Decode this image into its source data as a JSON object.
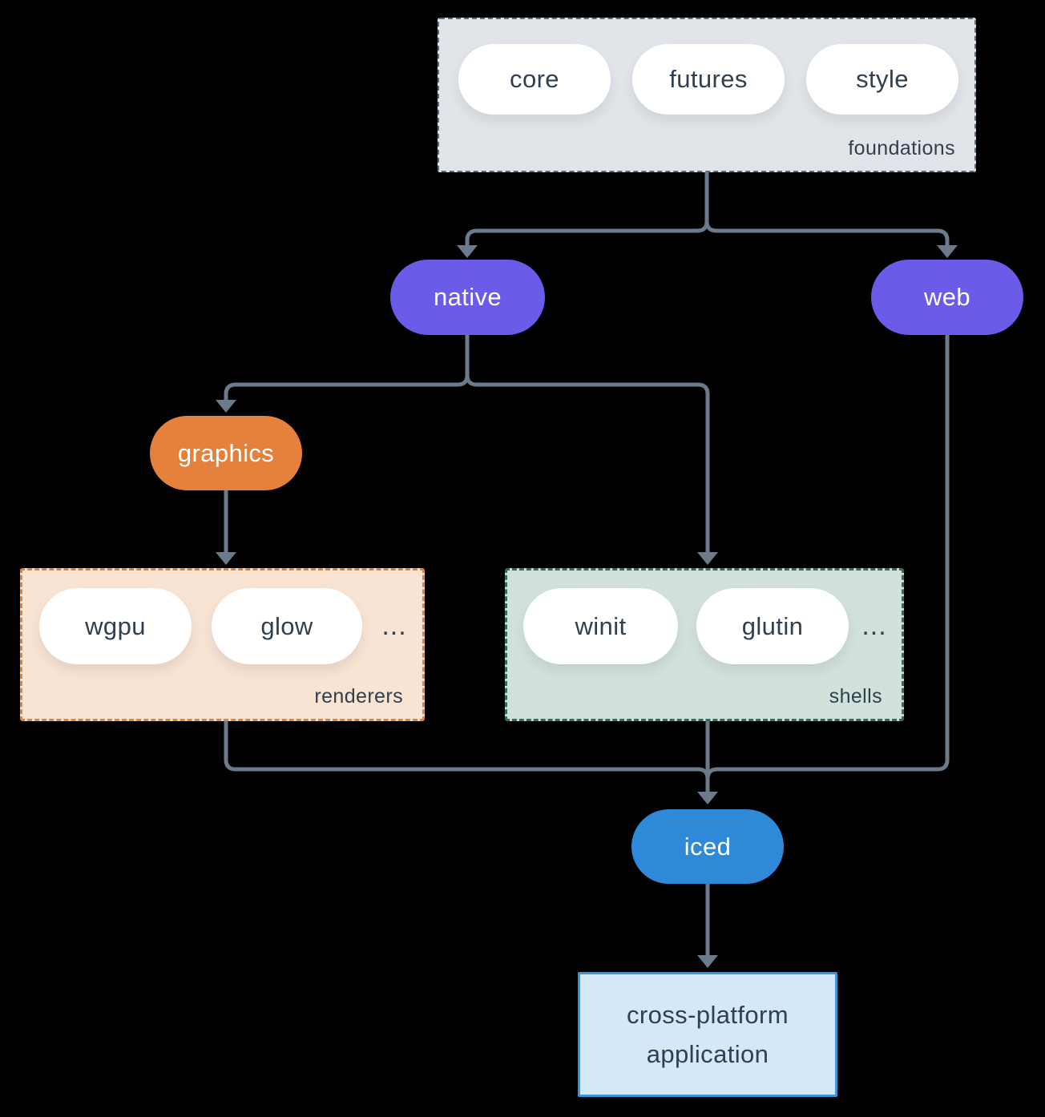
{
  "colors": {
    "background": "#000000",
    "arrow": "#6b7b8c",
    "text_dark": "#2f4050",
    "pill_white": "#ffffff",
    "purple": "#6a5ce8",
    "orange": "#e5813c",
    "blue": "#2e89d8"
  },
  "groups": {
    "foundations": {
      "label": "foundations",
      "fill": "#e1e5e9",
      "border": "#5c6d7e",
      "pills": [
        "core",
        "futures",
        "style"
      ]
    },
    "renderers": {
      "label": "renderers",
      "fill": "#f9e3d3",
      "border": "#e8822f",
      "pills": [
        "wgpu",
        "glow"
      ],
      "ellipsis": "..."
    },
    "shells": {
      "label": "shells",
      "fill": "#d2e1db",
      "border": "#2f6f60",
      "pills": [
        "winit",
        "glutin"
      ],
      "ellipsis": "..."
    }
  },
  "nodes": {
    "native": {
      "label": "native",
      "color": "#6a5ce8"
    },
    "web": {
      "label": "web",
      "color": "#6a5ce8"
    },
    "graphics": {
      "label": "graphics",
      "color": "#e5813c"
    },
    "iced": {
      "label": "iced",
      "color": "#2e89d8"
    },
    "application": {
      "line1": "cross-platform",
      "line2": "application",
      "fill": "#d5e8f8",
      "border": "#3a96db"
    }
  },
  "edges": [
    {
      "from": "foundations",
      "to": "native"
    },
    {
      "from": "foundations",
      "to": "web"
    },
    {
      "from": "native",
      "to": "graphics"
    },
    {
      "from": "native",
      "to": "shells"
    },
    {
      "from": "graphics",
      "to": "renderers"
    },
    {
      "from": "renderers",
      "to": "iced"
    },
    {
      "from": "shells",
      "to": "iced"
    },
    {
      "from": "web",
      "to": "iced"
    },
    {
      "from": "iced",
      "to": "application"
    }
  ]
}
